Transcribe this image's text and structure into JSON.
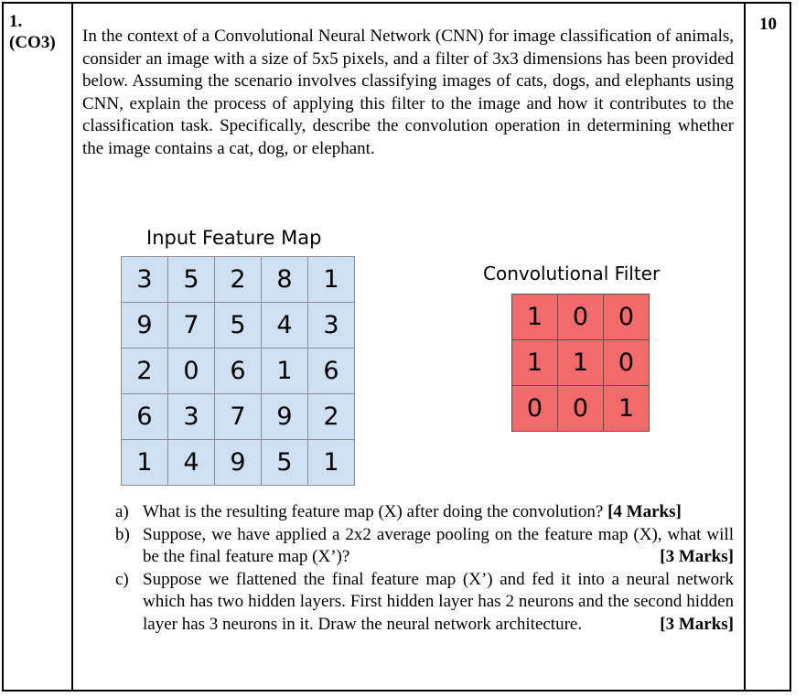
{
  "question": {
    "number": "1.",
    "co": "(CO3)",
    "marks": "10",
    "text": "In the context of a Convolutional Neural Network (CNN) for image classification of animals, consider an image with a size of 5x5 pixels, and a filter of 3x3 dimensions has been provided below. Assuming the scenario involves classifying images of cats, dogs, and elephants using CNN, explain the process of applying this filter to the image and how it contributes to the classification task. Specifically, describe the convolution operation in determining whether the image contains a cat, dog, or elephant."
  },
  "input_feature_map": {
    "title": "Input Feature Map",
    "rows": [
      [
        "3",
        "5",
        "2",
        "8",
        "1"
      ],
      [
        "9",
        "7",
        "5",
        "4",
        "3"
      ],
      [
        "2",
        "0",
        "6",
        "1",
        "6"
      ],
      [
        "6",
        "3",
        "7",
        "9",
        "2"
      ],
      [
        "1",
        "4",
        "9",
        "5",
        "1"
      ]
    ]
  },
  "convolutional_filter": {
    "title": "Convolutional Filter",
    "rows": [
      [
        "1",
        "0",
        "0"
      ],
      [
        "1",
        "1",
        "0"
      ],
      [
        "0",
        "0",
        "1"
      ]
    ]
  },
  "parts": [
    {
      "label": "a)",
      "text": "What is the resulting feature map (X) after doing the convolution?",
      "marks": "[4 Marks]"
    },
    {
      "label": "b)",
      "text": "Suppose, we have applied a 2x2 average pooling on the feature map (X), what will be the final feature map (X’)?",
      "marks": "[3 Marks]"
    },
    {
      "label": "c)",
      "text": "Suppose we flattened the final feature map (X’) and fed it into a neural network which has two hidden layers. First hidden layer has 2 neurons and the second hidden layer has 3 neurons in it. Draw the neural network architecture.",
      "marks": "[3 Marks]"
    }
  ]
}
